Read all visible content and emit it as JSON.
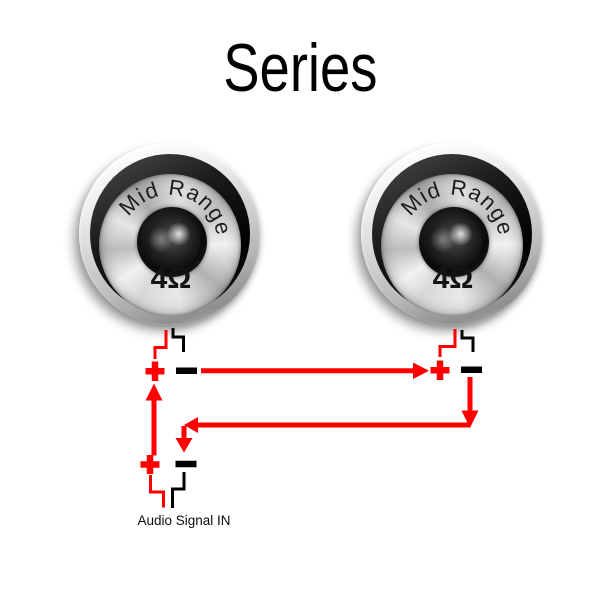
{
  "title": "Series",
  "speakers": [
    {
      "name": "left-speaker",
      "label": "Mid Range",
      "impedance": "4Ω"
    },
    {
      "name": "right-speaker",
      "label": "Mid Range",
      "impedance": "4Ω"
    }
  ],
  "source_label": "Audio Signal IN",
  "symbols": {
    "positive": "+",
    "negative": "−"
  },
  "colors": {
    "positive_wire": "#fe0000",
    "negative_wire": "#000000",
    "ink": "#111111",
    "background": "#ffffff"
  }
}
